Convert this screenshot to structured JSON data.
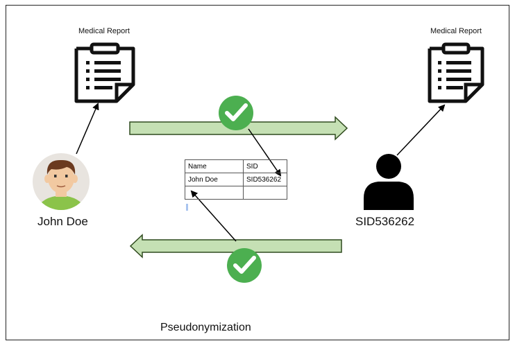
{
  "left_doc": {
    "label": "Medical Report"
  },
  "right_doc": {
    "label": "Medical Report"
  },
  "person": {
    "name": "John Doe"
  },
  "pseudonym": {
    "name": "SID536262"
  },
  "table": {
    "headers": [
      "Name",
      "SID"
    ],
    "rows": [
      [
        "John Doe",
        "SID536262"
      ],
      [
        "",
        ""
      ]
    ]
  },
  "caption": "Pseudonymization",
  "colors": {
    "arrow_fill": "#c5e0b4",
    "arrow_stroke": "#2f4a1e",
    "check": "#4caf50",
    "skin": "#f2c9a1",
    "hair": "#6b3a1f",
    "shirt": "#8bc34a"
  },
  "icons": [
    "clipboard-icon",
    "checkmark-icon",
    "person-avatar-icon",
    "silhouette-icon"
  ]
}
